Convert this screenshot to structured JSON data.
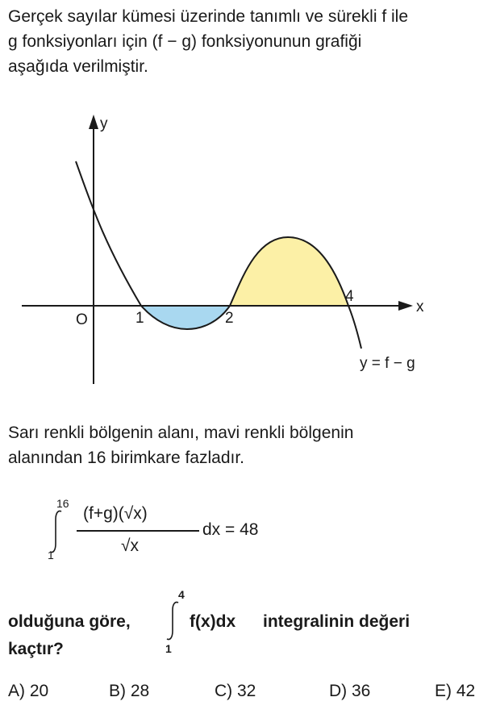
{
  "intro": {
    "line1": "Gerçek sayılar kümesi üzerinde tanımlı ve sürekli f ile",
    "line2": "g fonksiyonları için (f − g) fonksiyonunun grafiği",
    "line3": "aşağıda verilmiştir."
  },
  "graph": {
    "y_axis": "y",
    "x_axis": "x",
    "origin": "O",
    "tick1": "1",
    "tick2": "2",
    "tick4": "4",
    "curve_label": "y = f − g",
    "colors": {
      "yellow_region": "#fcf0a6",
      "blue_region": "#a9d8f0",
      "curve": "#1a1a1a"
    }
  },
  "statement": {
    "line1": "Sarı renkli bölgenin alanı, mavi renkli bölgenin",
    "line2": "alanından 16 birimkare fazladır."
  },
  "integral1": {
    "upper": "16",
    "lower": "1",
    "numerator": "(f+g)(√x)",
    "denominator": "√x",
    "tail": "dx = 48"
  },
  "question": {
    "prefix": "olduğuna göre,",
    "upper": "4",
    "lower": "1",
    "integrand": "f(x)dx",
    "suffix": "integralinin değeri",
    "line2": "kaçtır?"
  },
  "options": [
    {
      "label": "A) 20"
    },
    {
      "label": "B) 28"
    },
    {
      "label": "C) 32"
    },
    {
      "label": "D) 36"
    },
    {
      "label": "E) 42"
    }
  ]
}
